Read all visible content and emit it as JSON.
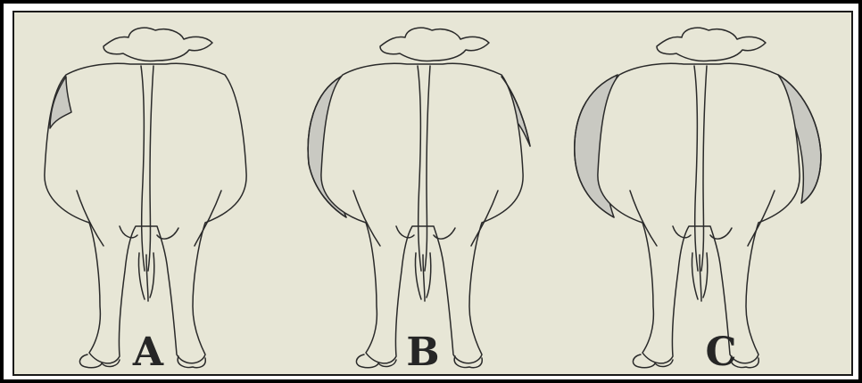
{
  "figure": {
    "panels": [
      {
        "label": "A",
        "rumen_fill": "small"
      },
      {
        "label": "B",
        "rumen_fill": "medium"
      },
      {
        "label": "C",
        "rumen_fill": "large"
      }
    ]
  },
  "colors": {
    "background": "#e7e6d6",
    "outline": "#2a2a2a",
    "shading": "#c9c9c2"
  }
}
